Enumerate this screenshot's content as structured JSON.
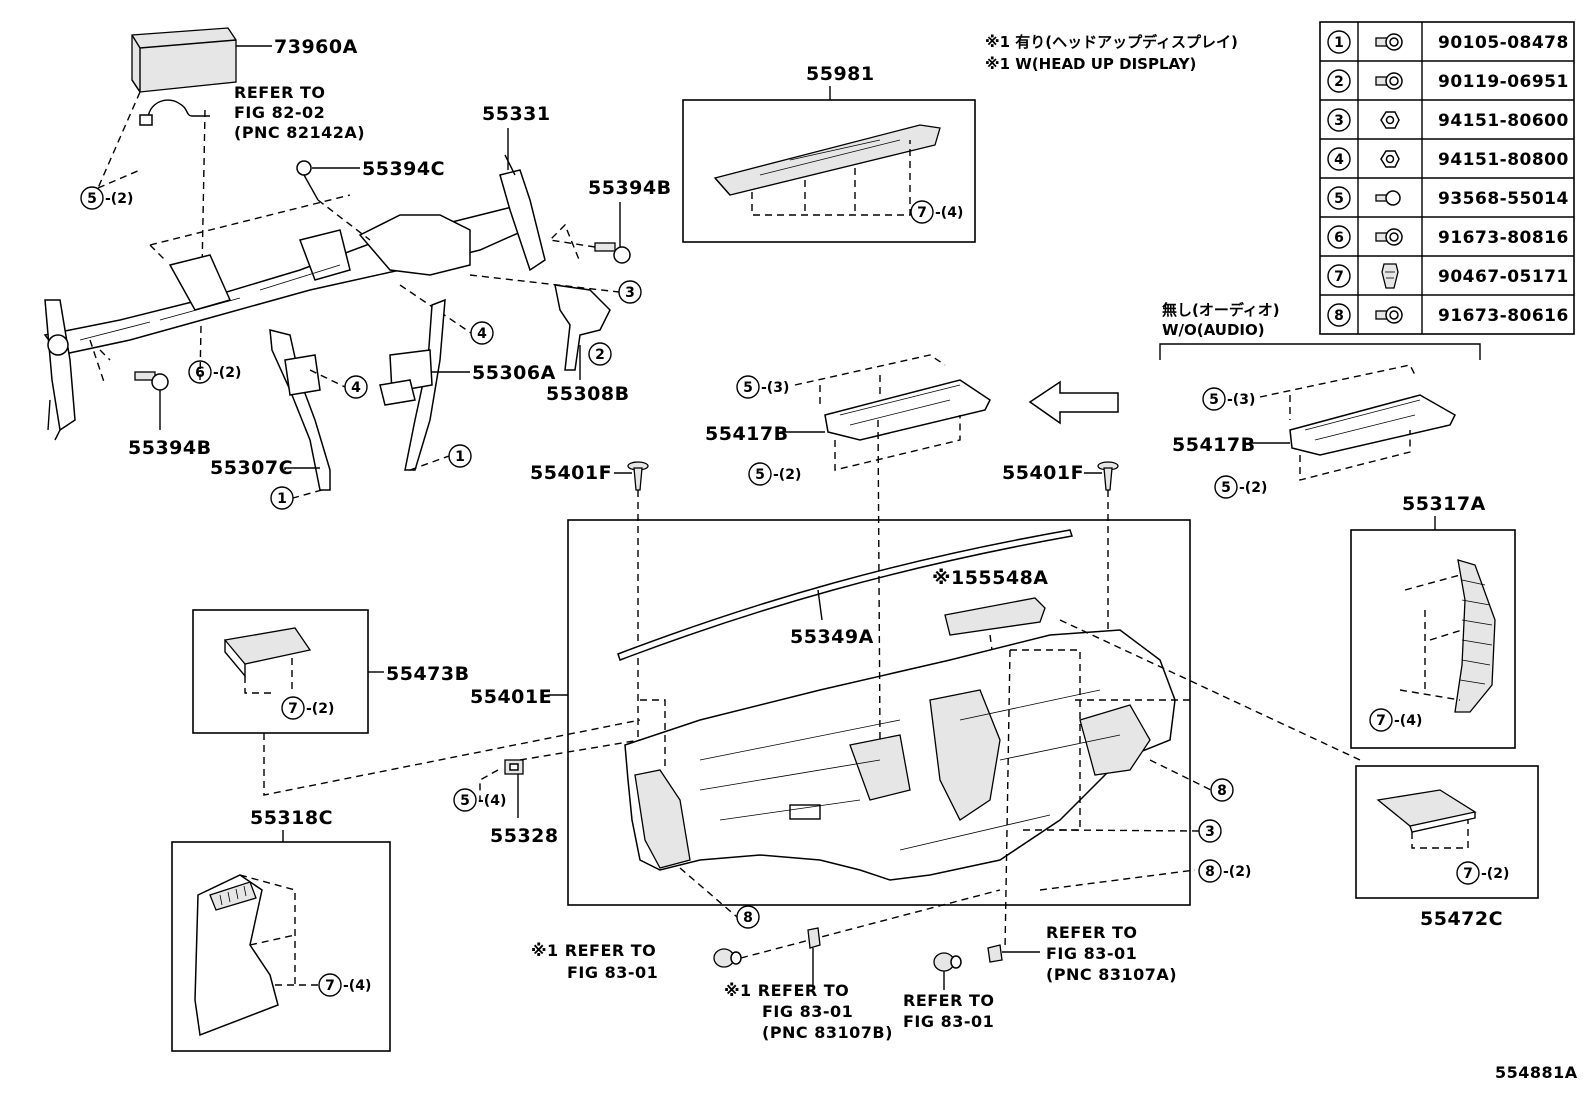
{
  "notes": {
    "line1": "※1 有り(ヘッドアップディスプレイ)",
    "line2": "※1 W(HEAD UP DISPLAY)",
    "wo_audio_jp": "無し(オーディオ)",
    "wo_audio_en": "W/O(AUDIO)"
  },
  "fastener_table": [
    {
      "num": "1",
      "part": "90105-08478",
      "icon": "bolt-with-washer-icon"
    },
    {
      "num": "2",
      "part": "90119-06951",
      "icon": "bolt-with-washer-icon"
    },
    {
      "num": "3",
      "part": "94151-80600",
      "icon": "nut-icon"
    },
    {
      "num": "4",
      "part": "94151-80800",
      "icon": "nut-icon"
    },
    {
      "num": "5",
      "part": "93568-55014",
      "icon": "screw-icon"
    },
    {
      "num": "6",
      "part": "91673-80816",
      "icon": "bolt-with-washer-icon"
    },
    {
      "num": "7",
      "part": "90467-05171",
      "icon": "clip-icon"
    },
    {
      "num": "8",
      "part": "91673-80616",
      "icon": "bolt-with-washer-icon"
    }
  ],
  "parts": {
    "p73960A": "73960A",
    "p55331": "55331",
    "p55394C": "55394C",
    "p55394B_top": "55394B",
    "p55394B_bottom": "55394B",
    "p55306A": "55306A",
    "p55308B": "55308B",
    "p55307C": "55307C",
    "p55981": "55981",
    "p55417B_mid": "55417B",
    "p55417B_right": "55417B",
    "p55401F_left": "55401F",
    "p55401F_right": "55401F",
    "p55548A": "※155548A",
    "p55349A": "55349A",
    "p55401E": "55401E",
    "p55473B": "55473B",
    "p55328": "55328",
    "p55318C": "55318C",
    "p55317A": "55317A",
    "p55472C": "55472C"
  },
  "refs": {
    "ref_82_02": [
      "REFER TO",
      "FIG 82-02",
      "(PNC 82142A)"
    ],
    "ref_bottom_1": [
      "※1 REFER TO",
      "FIG 83-01"
    ],
    "ref_bottom_2": [
      "※1 REFER TO",
      "FIG 83-01",
      "(PNC 83107B)"
    ],
    "ref_bottom_3": [
      "REFER TO",
      "FIG 83-01"
    ],
    "ref_bottom_4": [
      "REFER TO",
      "FIG 83-01",
      "(PNC 83107A)"
    ]
  },
  "callouts": {
    "c5_2_a": {
      "num": "5",
      "qty": "-(2)"
    },
    "c6_2": {
      "num": "6",
      "qty": "-(2)"
    },
    "c3_a": {
      "num": "3",
      "qty": ""
    },
    "c4_a": {
      "num": "4",
      "qty": ""
    },
    "c4_b": {
      "num": "4",
      "qty": ""
    },
    "c2_a": {
      "num": "2",
      "qty": ""
    },
    "c1_a": {
      "num": "1",
      "qty": ""
    },
    "c1_b": {
      "num": "1",
      "qty": ""
    },
    "c7_4_a": {
      "num": "7",
      "qty": "-(4)"
    },
    "c5_3_mid": {
      "num": "5",
      "qty": "-(3)"
    },
    "c5_2_mid": {
      "num": "5",
      "qty": "-(2)"
    },
    "c5_3_right": {
      "num": "5",
      "qty": "-(3)"
    },
    "c5_2_right": {
      "num": "5",
      "qty": "-(2)"
    },
    "c7_2_a": {
      "num": "7",
      "qty": "-(2)"
    },
    "c5_4": {
      "num": "5",
      "qty": "-(4)"
    },
    "c8_a": {
      "num": "8",
      "qty": ""
    },
    "c3_b": {
      "num": "3",
      "qty": ""
    },
    "c8_2": {
      "num": "8",
      "qty": "-(2)"
    },
    "c8_b": {
      "num": "8",
      "qty": ""
    },
    "c7_4_b": {
      "num": "7",
      "qty": "-(4)"
    },
    "c7_4_c": {
      "num": "7",
      "qty": "-(4)"
    },
    "c7_2_b": {
      "num": "7",
      "qty": "-(2)"
    }
  },
  "figure_id": "554881A"
}
